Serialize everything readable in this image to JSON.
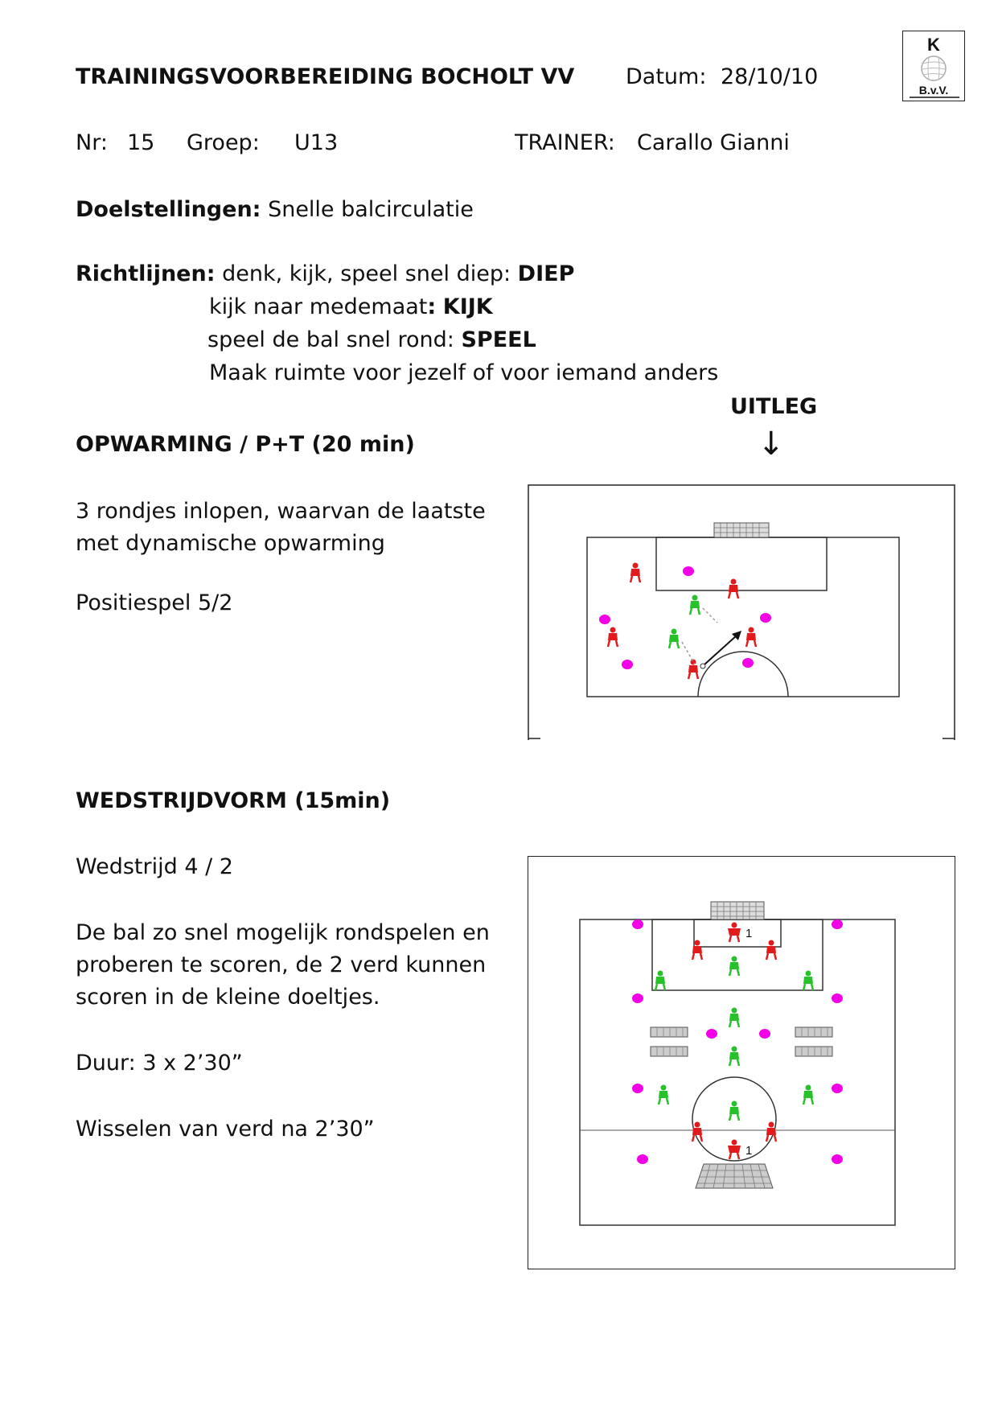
{
  "header": {
    "title": "TRAININGSVOORBEREIDING BOCHOLT VV",
    "datum_label": "Datum:",
    "datum_value": "28/10/10",
    "logo_text": "K B.V.V."
  },
  "info": {
    "nr_label": "Nr:",
    "nr_value": "15",
    "groep_label": "Groep:",
    "groep_value": "U13",
    "trainer_label": "TRAINER:",
    "trainer_value": "Carallo Gianni"
  },
  "doel": {
    "label": "Doelstellingen:",
    "value": "Snelle balcirculatie"
  },
  "richtlijnen": {
    "label": "Richtlijnen:",
    "line1_text": "denk, kijk, speel snel diep:",
    "line1_key": "DIEP",
    "line2_text": "kijk naar medemaat",
    "line2_colon": ":",
    "line2_key": "KIJK",
    "line3_text": "speel de bal snel rond:",
    "line3_key": "SPEEL",
    "line4_text": "Maak ruimte voor jezelf of voor iemand anders"
  },
  "uitleg": {
    "label": "UITLEG",
    "arrow": "↓"
  },
  "section1": {
    "heading": "OPWARMING / P+T (20 min)",
    "line1": "3 rondjes inlopen, waarvan de laatste",
    "line2": "met dynamische opwarming",
    "line3": "Positiespel 5/2"
  },
  "section2": {
    "heading": "WEDSTRIJDVORM (15min)",
    "line1": "Wedstrijd 4 / 2",
    "line2": "De bal zo snel mogelijk rondspelen en",
    "line3": "proberen te scoren, de 2 verd kunnen",
    "line4": "scoren in de kleine doeltjes.",
    "line5": "Duur: 3 x 2’30”",
    "line6": "Wisselen van verd na 2’30”"
  },
  "diagram2": {
    "keeper_top_number": "1",
    "keeper_bottom_number": "1"
  },
  "colors": {
    "cone": "#f200e6",
    "attacker": "#e11b1b",
    "defender": "#27c22a",
    "lines": "#333333"
  }
}
